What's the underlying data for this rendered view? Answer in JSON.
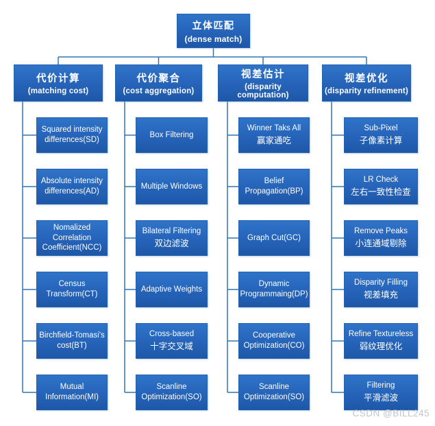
{
  "diagram": {
    "root": {
      "title": "立体匹配",
      "subtitle": "(dense match)"
    },
    "columns": [
      {
        "header": {
          "title": "代价计算",
          "subtitle": "(matching cost)"
        },
        "items": [
          {
            "lines": [
              "Squared intensity differences(SD)"
            ]
          },
          {
            "lines": [
              "Absolute intensity differences(AD)"
            ]
          },
          {
            "lines": [
              "Nomalized Correlation Coefficient(NCC)"
            ]
          },
          {
            "lines": [
              "Census Transform(CT)"
            ]
          },
          {
            "lines": [
              "Birchfield-Tomasi's cost(BT)"
            ]
          },
          {
            "lines": [
              "Mutual Information(MI)"
            ]
          }
        ]
      },
      {
        "header": {
          "title": "代价聚合",
          "subtitle": "(cost aggregation)"
        },
        "items": [
          {
            "lines": [
              "Box Filtering"
            ]
          },
          {
            "lines": [
              "Multiple Windows"
            ]
          },
          {
            "lines": [
              "Bilateral Filtering",
              "双边滤波"
            ]
          },
          {
            "lines": [
              "Adaptive Weights"
            ]
          },
          {
            "lines": [
              "Cross-based",
              "十字交叉域"
            ]
          },
          {
            "lines": [
              "Scanline Optimization(SO)"
            ]
          }
        ]
      },
      {
        "header": {
          "title": "视差估计",
          "subtitle": "(disparity computation)"
        },
        "items": [
          {
            "lines": [
              "Winner Taks All",
              "赢家通吃"
            ]
          },
          {
            "lines": [
              "Belief Propagation(BP)"
            ]
          },
          {
            "lines": [
              "Graph Cut(GC)"
            ]
          },
          {
            "lines": [
              "Dynamic Programmaing(DP)"
            ]
          },
          {
            "lines": [
              "Cooperative Optimization(CO)"
            ]
          },
          {
            "lines": [
              "Scanline Optimization(SO)"
            ]
          }
        ]
      },
      {
        "header": {
          "title": "视差优化",
          "subtitle": "(disparity refinement)"
        },
        "items": [
          {
            "lines": [
              "Sub-Pixel",
              "子像素计算"
            ]
          },
          {
            "lines": [
              "LR Check",
              "左右一致性检查"
            ]
          },
          {
            "lines": [
              "Remove Peaks",
              "小连通域剔除"
            ]
          },
          {
            "lines": [
              "Disparity Filling",
              "视差填充"
            ]
          },
          {
            "lines": [
              "Refine Textureless",
              "弱纹理优化"
            ]
          },
          {
            "lines": [
              "Filtering",
              "平滑滤波"
            ]
          }
        ]
      }
    ],
    "watermark": "CSDN @BILL245",
    "colors": {
      "node_gradient_top": "#2F74C8",
      "node_gradient_bottom": "#1E57A8",
      "node_border": "#2361AD",
      "connector": "#2E75B6",
      "text": "#FFFFFF",
      "watermark": "#C2C5C9"
    }
  }
}
